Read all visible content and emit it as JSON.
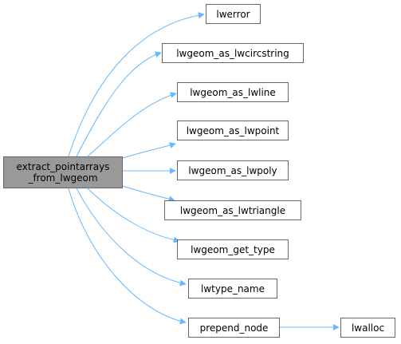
{
  "root": {
    "line1": "extract_pointarrays",
    "line2": "_from_lwgeom"
  },
  "callees": [
    "lwerror",
    "lwgeom_as_lwcircstring",
    "lwgeom_as_lwline",
    "lwgeom_as_lwpoint",
    "lwgeom_as_lwpoly",
    "lwgeom_as_lwtriangle",
    "lwgeom_get_type",
    "lwtype_name",
    "prepend_node"
  ],
  "secondary": {
    "lwalloc": "lwalloc"
  },
  "colors": {
    "edge": "#63b8ff",
    "root_fill": "#999999",
    "node_border": "#666666"
  }
}
